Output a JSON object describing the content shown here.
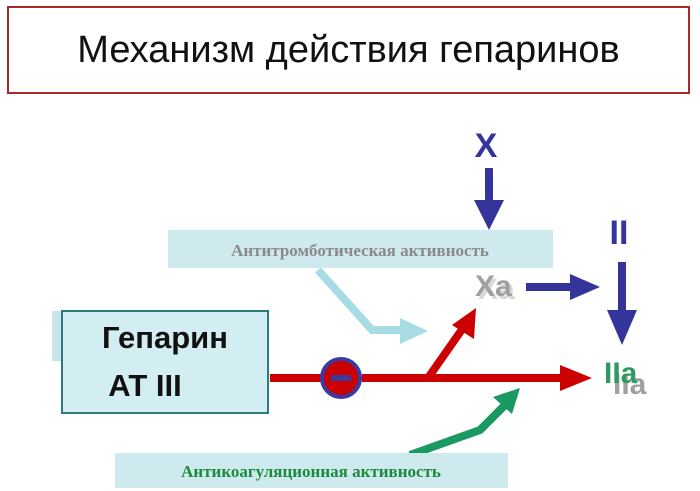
{
  "title": "Механизм действия гепаринов",
  "labels": {
    "factor_x": "X",
    "factor_ii": "II",
    "factor_xa": "Xa",
    "factor_iia": "IIa",
    "antithrombotic": "Антитромботическая  активность",
    "anticoagulant": "Антикоагуляционная  активность",
    "heparin": "Гепарин",
    "at3": "AT III",
    "inhibit": "–"
  },
  "colors": {
    "title_border": "#a52a2a",
    "blue_arrow": "#34349a",
    "red_arrow": "#cc0000",
    "green_arrow": "#1a9a62",
    "light_blue_arrow": "#a8dce4",
    "label_box": "#cfeaef",
    "heparin_box": "#d2eef2",
    "heparin_border": "#2f7a80",
    "inhibit_circle": "#3a3aa0",
    "inhibit_fill": "#cc0000",
    "factor_text": "#a0a0a0",
    "iia_text": "#2e9a62"
  }
}
